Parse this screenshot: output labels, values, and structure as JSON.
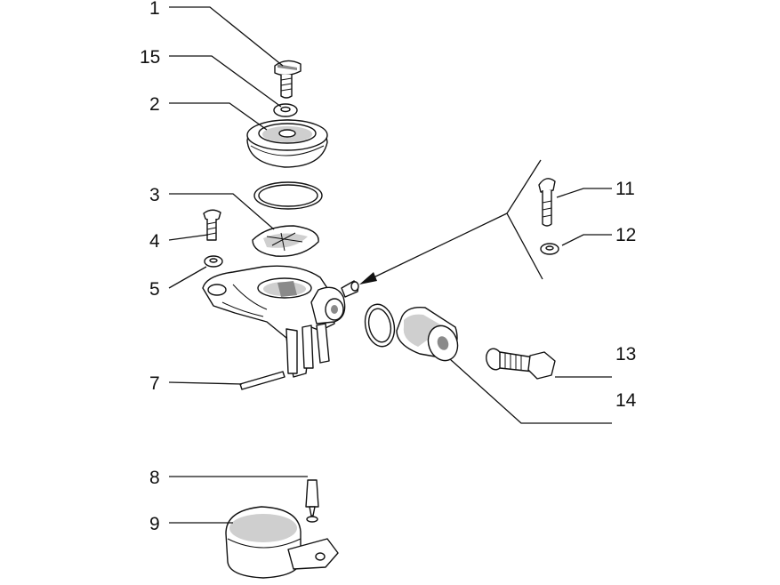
{
  "diagram": {
    "labels": {
      "l1": "1",
      "l15": "15",
      "l2": "2",
      "l3": "3",
      "l4": "4",
      "l5": "5",
      "l7": "7",
      "l8": "8",
      "l9": "9",
      "l11": "11",
      "l12": "12",
      "l13": "13",
      "l14": "14"
    }
  }
}
